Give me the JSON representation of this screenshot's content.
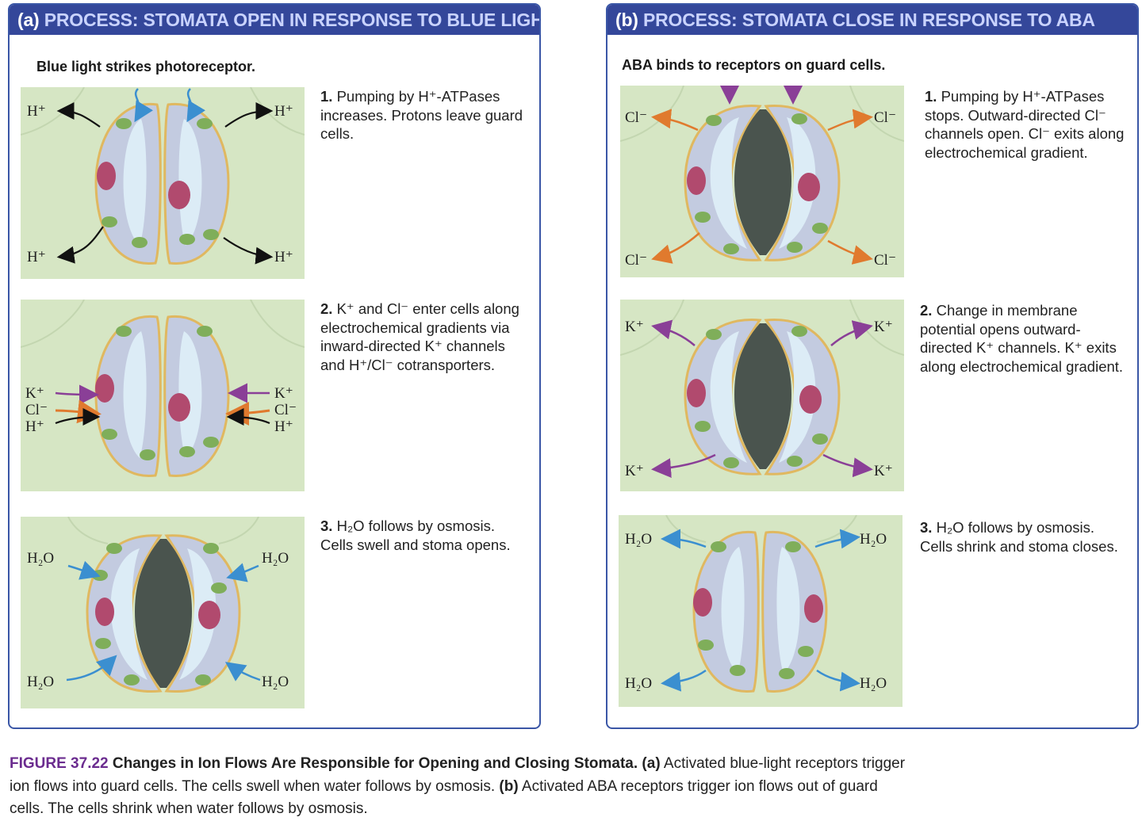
{
  "panel_a": {
    "tag": "(a)",
    "title": "PROCESS: STOMATA OPEN IN RESPONSE TO BLUE LIGHT",
    "intro": "Blue light strikes photoreceptor.",
    "steps": [
      {
        "num": "1.",
        "text": "Pumping by H⁺-ATPases increases. Protons leave guard cells."
      },
      {
        "num": "2.",
        "text": "K⁺ and Cl⁻ enter cells along electrochemical gradients via inward-directed K⁺ channels and H⁺/Cl⁻ cotransporters."
      },
      {
        "num": "3.",
        "text": "H₂O follows by osmosis. Cells swell and stoma opens."
      }
    ],
    "labels": {
      "h": "H⁺",
      "k": "K⁺",
      "cl": "Cl⁻",
      "h2o": "H₂O"
    }
  },
  "panel_b": {
    "tag": "(b)",
    "title": "PROCESS: STOMATA CLOSE IN RESPONSE TO ABA",
    "intro": "ABA binds to receptors on guard cells.",
    "steps": [
      {
        "num": "1.",
        "text": "Pumping by H⁺-ATPases stops. Outward-directed Cl⁻ channels open. Cl⁻ exits along electrochemical gradient."
      },
      {
        "num": "2.",
        "text": "Change in membrane potential opens outward-directed K⁺ channels. K⁺ exits along electrochemical gradient."
      },
      {
        "num": "3.",
        "text": "H₂O follows by osmosis. Cells shrink and stoma closes."
      }
    ],
    "labels": {
      "k": "K⁺",
      "cl": "Cl⁻",
      "h2o": "H₂O"
    }
  },
  "caption": {
    "figure": "FIGURE 37.22",
    "title": "Changes in Ion Flows Are Responsible for Opening and Closing Stomata.",
    "a_label": "(a)",
    "a_text": "Activated blue-light receptors trigger ion flows into guard cells. The cells swell when water follows by osmosis.",
    "b_label": "(b)",
    "b_text": "Activated ABA receptors trigger ion flows out of guard cells. The cells shrink when water follows by osmosis."
  },
  "colors": {
    "header": "#34479a",
    "header_title": "#c9d3ff",
    "background_tissue": "#d6e6c4",
    "guard_cell": "#c3cbe0",
    "cell_wall": "#e8c67a",
    "vacuole": "#dcecf6",
    "nucleus": "#b14a6e",
    "chloroplast": "#7fae5a",
    "blue_arrow": "#3b8fd0",
    "orange_arrow": "#e07a2e",
    "purple_arrow": "#8a3f97",
    "figure_label": "#6b2c8f"
  }
}
